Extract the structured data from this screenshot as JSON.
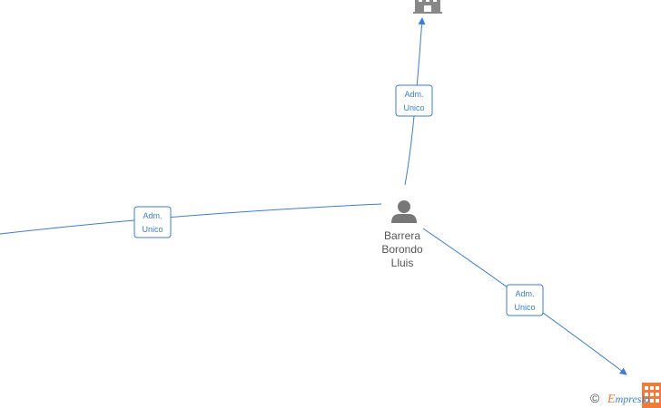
{
  "graph": {
    "person": {
      "name_lines": [
        "Barrera",
        "Borondo",
        "Lluis"
      ],
      "icon": "person-icon"
    },
    "companies": [
      {
        "id": "company-top",
        "icon": "building-icon",
        "color": "#888888"
      },
      {
        "id": "company-bottom-right",
        "icon": "building-icon",
        "color": "#f07c3c"
      }
    ],
    "edges": [
      {
        "id": "edge-top",
        "label_lines": [
          "Adm.",
          "Unico"
        ],
        "directed": true
      },
      {
        "id": "edge-left",
        "label_lines": [
          "Adm.",
          "Unico"
        ],
        "directed": false
      },
      {
        "id": "edge-bottom-right",
        "label_lines": [
          "Adm.",
          "Unico"
        ],
        "directed": true
      }
    ]
  },
  "colors": {
    "edge": "#3b7dd8",
    "person_icon": "#777777",
    "text": "#555555"
  },
  "footer": {
    "copyright": "©",
    "brand_initial": "E",
    "brand_rest": "mpresia",
    "logo_icon": "building-logo-icon"
  }
}
